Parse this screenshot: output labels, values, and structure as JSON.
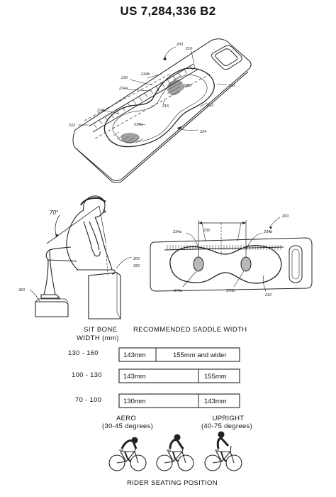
{
  "title": "US 7,284,336 B2",
  "top_view": {
    "labels": [
      "200",
      "210",
      "230",
      "234b",
      "234a",
      "214b",
      "220",
      "216",
      "212",
      "234a",
      "222",
      "214a",
      "224"
    ]
  },
  "rider_view": {
    "angle_label": "70°",
    "labels": [
      "200",
      "350",
      "360"
    ]
  },
  "saddle_view": {
    "labels": [
      "200",
      "234a",
      "232",
      "234b",
      "370a",
      "370b",
      "210"
    ]
  },
  "table": {
    "col_header_1": [
      "SIT BONE",
      "WIDTH  (mm)"
    ],
    "col_header_2": "RECOMMENDED SADDLE WIDTH",
    "rows": [
      {
        "range": "130 - 160",
        "left": "143mm",
        "right": "155mm and wider"
      },
      {
        "range": "100 - 130",
        "left": "143mm",
        "right": "155mm"
      },
      {
        "range": "70 - 100",
        "left": "130mm",
        "right": "143mm"
      }
    ]
  },
  "positions": {
    "aero": [
      "AERO",
      "(30-45 degrees)"
    ],
    "upright": [
      "UPRIGHT",
      "(40-75 degrees)"
    ],
    "caption": "RIDER SEATING POSITION"
  }
}
